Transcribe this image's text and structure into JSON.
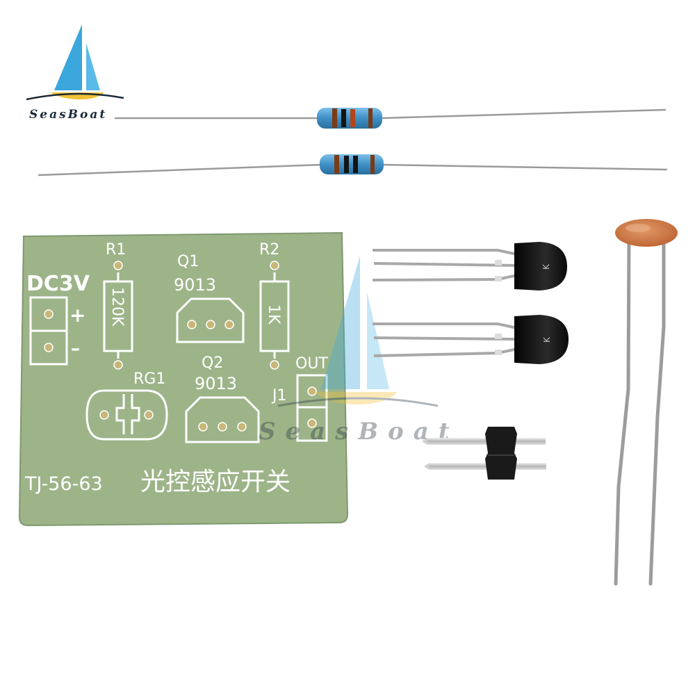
{
  "logo": {
    "brand_text": "SeasBoat",
    "sail_color": "#3aa6dc",
    "hull_color": "#f2c233"
  },
  "watermark": {
    "text": "SeasBoat"
  },
  "pcb": {
    "board_color": "#9db489",
    "silkscreen_color": "#ffffff",
    "power_label": "DC3V",
    "plus_label": "+",
    "minus_label": "–",
    "r1_label": "R1",
    "r1_value": "120K",
    "r2_label": "R2",
    "r2_value": "1K",
    "q1_label": "Q1",
    "q1_part": "9013",
    "q2_label": "Q2",
    "q2_part": "9013",
    "rg1_label": "RG1",
    "out_label": "OUT",
    "j1_label": "J1",
    "model_code": "TJ-56-63",
    "title_cn": "光控感应开关"
  },
  "transistors": {
    "body_color": "#111111",
    "marking": "K"
  },
  "resistors": {
    "body_color": "#3f8fc6"
  },
  "capacitor": {
    "body_color": "#c9723f"
  },
  "header_pins": {
    "body_color": "#1a1a1a",
    "pin_color": "#cfcfcf"
  }
}
